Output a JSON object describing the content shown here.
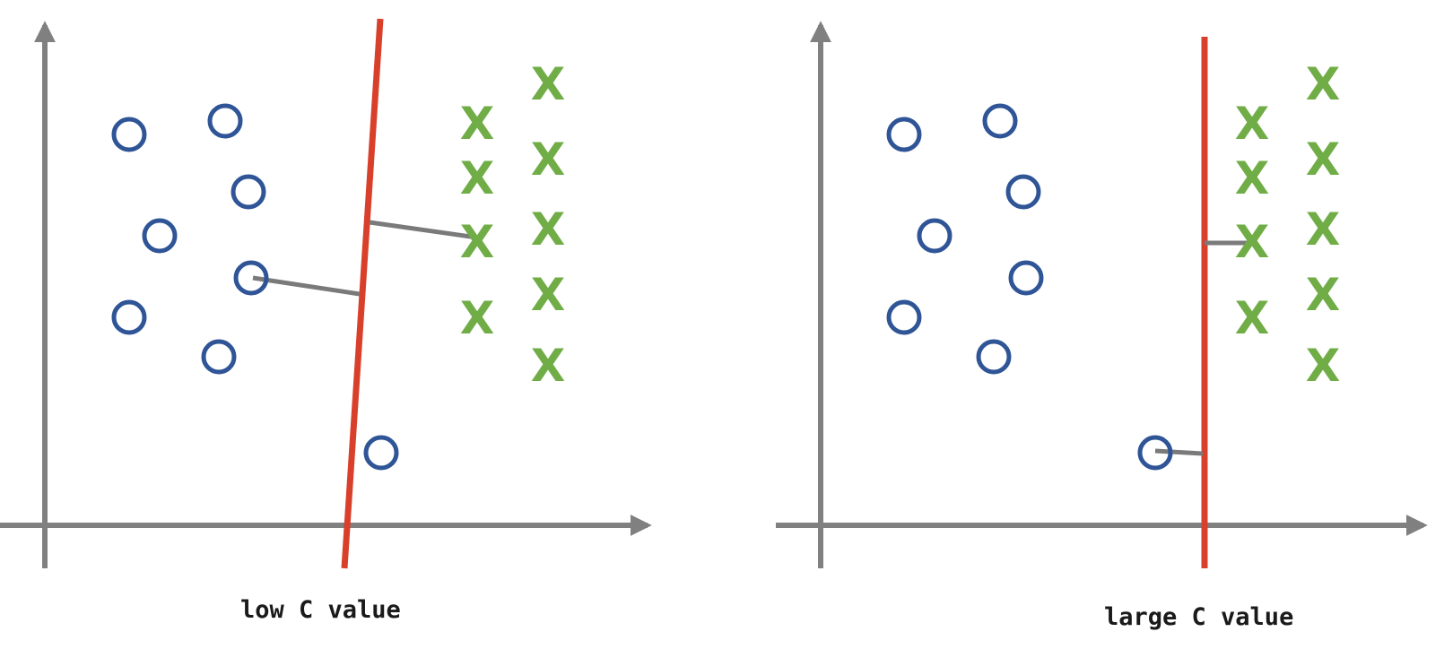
{
  "colors": {
    "axis": "#808080",
    "boundary": "#d9402b",
    "distance_line": "#7a7a7a",
    "circle_class": "#2f5597",
    "cross_class": "#70ad47"
  },
  "legend": {
    "circle_marker": "circle",
    "cross_marker": "x"
  },
  "panels": [
    {
      "id": "low-c",
      "caption": "low C value"
    },
    {
      "id": "large-c",
      "caption": "large C value"
    }
  ]
}
